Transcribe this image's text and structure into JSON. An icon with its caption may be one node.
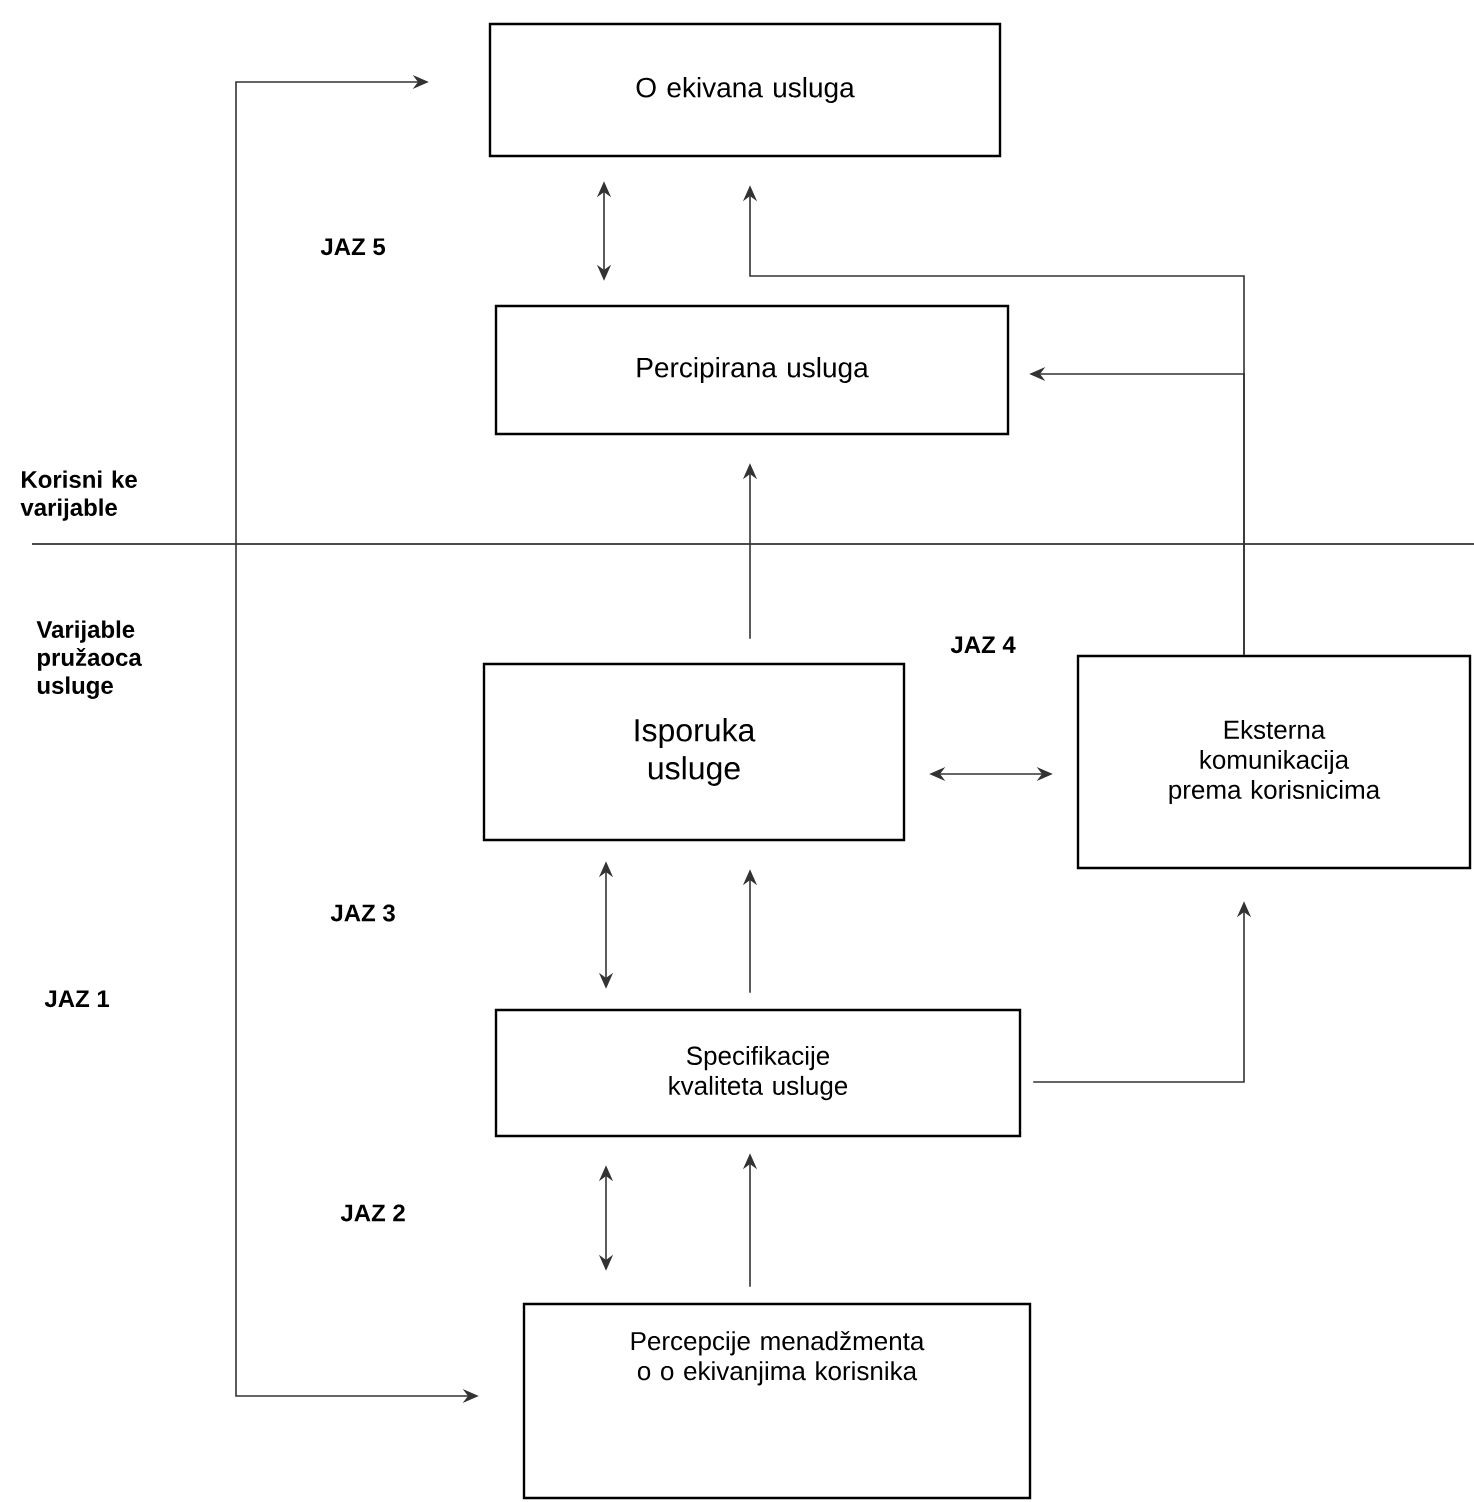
{
  "diagram": {
    "nodes": [
      {
        "text": [
          "O ekivana usluga"
        ]
      },
      {
        "text": [
          "Percipirana usluga"
        ]
      },
      {
        "text": [
          "Isporuka usluge"
        ]
      },
      {
        "text": [
          "Eksterna komunikacija prema korisnicima"
        ]
      },
      {
        "text": [
          "Specifikacije kvaliteta usluge"
        ]
      },
      {
        "text": [
          "Percepcije menadžmenta o o ekivanjima korisnika"
        ]
      }
    ],
    "edges": [
      {
        "from": 0,
        "to": 1,
        "arrow": "both"
      },
      {
        "from": 3,
        "to": 0,
        "arrow": "to"
      },
      {
        "from": 3,
        "to": 1,
        "arrow": "to"
      },
      {
        "from": 2,
        "to": 1,
        "arrow": "to"
      },
      {
        "from": 2,
        "to": 3,
        "arrow": "both"
      },
      {
        "from": 4,
        "to": 2,
        "arrow": "both"
      },
      {
        "from": 4,
        "to": 2,
        "arrow": "to"
      },
      {
        "from": 4,
        "to": 3,
        "arrow": "to"
      },
      {
        "from": 5,
        "to": 4,
        "arrow": "both"
      },
      {
        "from": 5,
        "to": 4,
        "arrow": "to"
      },
      {
        "from": 0,
        "to": 5,
        "arrow": "both"
      }
    ],
    "labels": [
      "JAZ 5",
      "Korisni ke varijable",
      "Varijable pružaoca usluge",
      "JAZ 4",
      "JAZ 3",
      "JAZ 1",
      "JAZ 2"
    ]
  }
}
